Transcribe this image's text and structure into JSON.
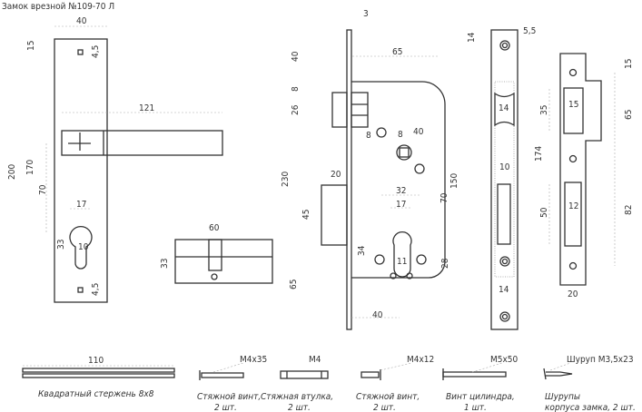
{
  "title": "Замок врезной №109-70 Л",
  "handle": {
    "width": "40",
    "top_offset": "15",
    "hole_top": "4,5",
    "hole_bottom": "4,5",
    "lever_length": "121",
    "total_height": "200",
    "holes_spacing": "170",
    "center_distance": "70",
    "keyhole_width": "17",
    "keyhole_height": "33",
    "slot_width": "10"
  },
  "cylinder": {
    "length": "60",
    "height": "33"
  },
  "lock_body": {
    "faceplate_thickness": "3",
    "top_margin": "40",
    "backset": "65",
    "gap": "8",
    "latch_height": "26",
    "hole_dia": "8",
    "spindle": "8",
    "diag": "40",
    "total_height": "230",
    "bolt_throw": "20",
    "bolt_height": "45",
    "screw_spacing": "32",
    "keyhole_width": "17",
    "center_distance": "70",
    "body_height": "150",
    "keyhole_height": "34",
    "slot_width": "11",
    "bottom_margin": "28",
    "bottom_offset": "65",
    "cyl_backset": "40"
  },
  "faceplate": {
    "top_offset": "14",
    "screw_dia": "5,5",
    "latch_width": "14",
    "bolt_width": "10",
    "width": "14"
  },
  "strike": {
    "top_offset": "15",
    "latch_height": "35",
    "latch_width": "15",
    "tab_length": "65",
    "total_height": "174",
    "bolt_height": "50",
    "bolt_width": "12",
    "spacing": "82",
    "width": "20"
  },
  "parts": [
    {
      "dim": "110",
      "caption": [
        "Квадратный стержень 8х8"
      ]
    },
    {
      "dim": "М4х35",
      "caption": [
        "Стяжной винт,",
        "2 шт."
      ]
    },
    {
      "dim": "М4",
      "caption": [
        "Стяжная втулка,",
        "2 шт."
      ]
    },
    {
      "dim": "М4х12",
      "caption": [
        "Стяжной винт,",
        "2 шт."
      ]
    },
    {
      "dim": "М5х50",
      "caption": [
        "Винт цилиндра,",
        "1 шт."
      ]
    },
    {
      "dim": "Шуруп М3,5х23",
      "caption": [
        "Шурупы",
        "корпуса замка, 2 шт."
      ]
    }
  ]
}
